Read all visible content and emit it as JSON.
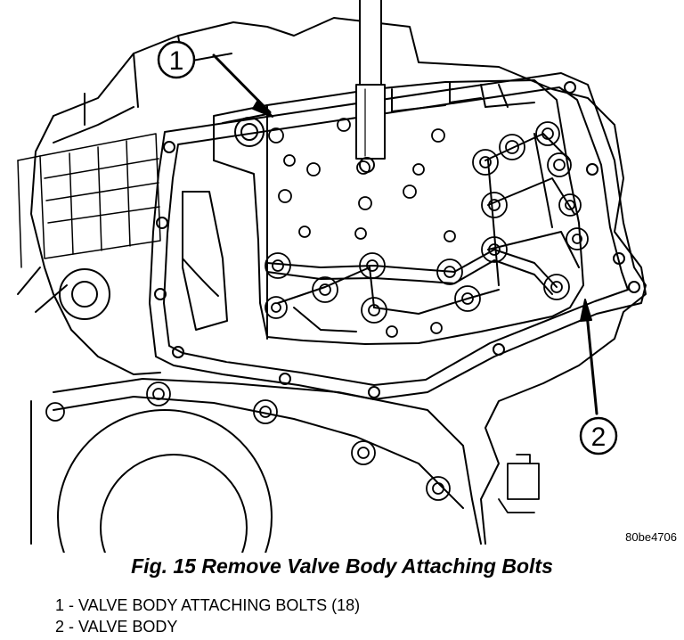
{
  "figure": {
    "code": "80be4706",
    "caption": "Fig. 15 Remove Valve Body Attaching Bolts",
    "callouts": [
      {
        "num": "1",
        "label": "VALVE BODY ATTACHING BOLTS (18)"
      },
      {
        "num": "2",
        "label": "VALVE BODY"
      }
    ]
  }
}
